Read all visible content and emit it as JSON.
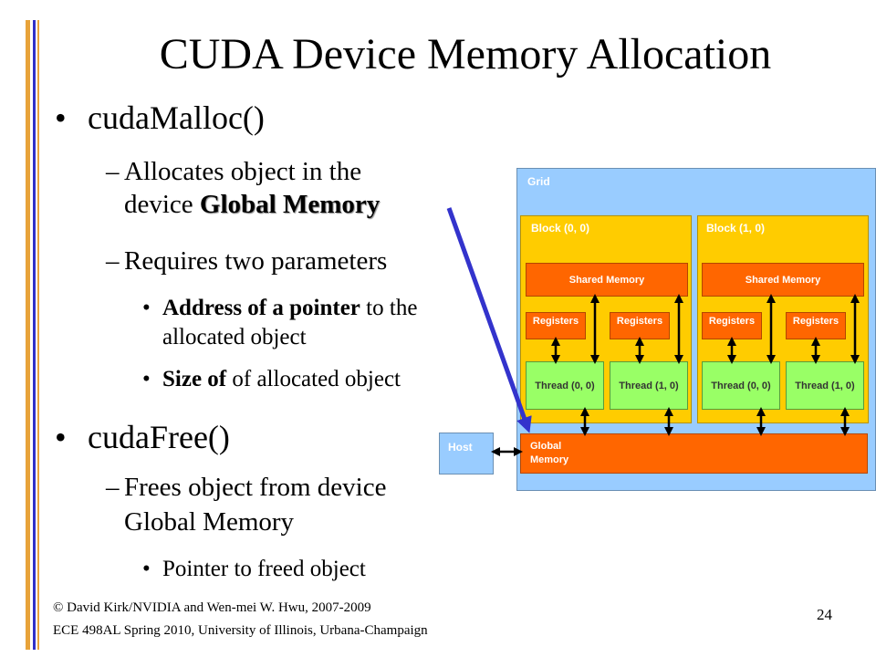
{
  "title": "CUDA Device Memory Allocation",
  "bullets": {
    "malloc": {
      "label": "cudaMalloc()",
      "sub1_a": "Allocates object in the",
      "sub1_b": "device",
      "sub1_hl": "Global Memory",
      "sub2": "Requires two parameters",
      "p1_bold": "Address of a pointer",
      "p1_rest": "to the",
      "p1_line2": "allocated object",
      "p2_bold": "Size of",
      "p2_rest": "of allocated object"
    },
    "free": {
      "label": "cudaFree()",
      "sub1_a": "Frees object from device",
      "sub1_b": "Global Memory",
      "p1": "Pointer to freed object"
    },
    "bullet_glyph": "•",
    "dash_glyph": "–"
  },
  "diagram": {
    "grid_label": "Grid",
    "blocks": [
      {
        "label": "Block (0, 0)",
        "shared": "Shared Memory",
        "regs": [
          "Registers",
          "Registers"
        ],
        "threads": [
          "Thread (0, 0)",
          "Thread (1, 0)"
        ]
      },
      {
        "label": "Block (1, 0)",
        "shared": "Shared Memory",
        "regs": [
          "Registers",
          "Registers"
        ],
        "threads": [
          "Thread (0, 0)",
          "Thread (1, 0)"
        ]
      }
    ],
    "global_l1": "Global",
    "global_l2": "Memory",
    "host": "Host",
    "colors": {
      "grid": "#99ccff",
      "block": "#ffcc00",
      "memory": "#ff6600",
      "thread": "#99ff66",
      "pointer_arrow": "#3333cc"
    }
  },
  "footer": {
    "line1": "© David Kirk/NVIDIA and Wen-mei W. Hwu, 2007-2009",
    "line2": "ECE 498AL Spring 2010, University of Illinois, Urbana-Champaign",
    "page": "24"
  }
}
